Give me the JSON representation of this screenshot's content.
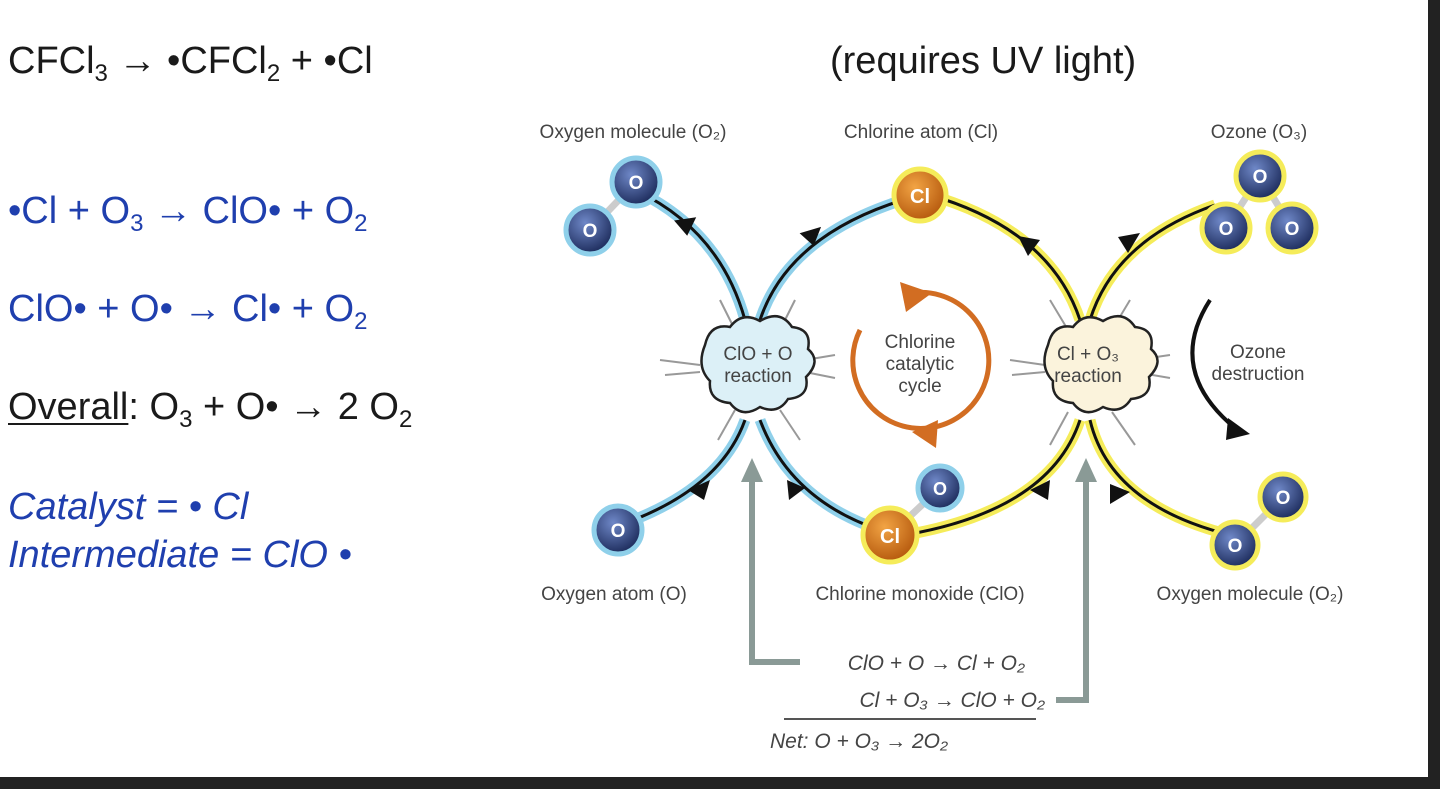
{
  "equations": {
    "initiation": {
      "reactant": "CFCl",
      "r_sub": "3",
      "arrow": " → ",
      "p1": "•CFCl",
      "p1_sub": "2",
      "p2": " + •Cl"
    },
    "uv_note": "(requires UV light)",
    "step1": {
      "a": "•Cl + O",
      "a_sub": "3",
      "b": " → ClO• + O",
      "b_sub": "2"
    },
    "step2": {
      "a": "ClO• + O• → Cl• + O",
      "a_sub": "2"
    },
    "overall": {
      "label": "Overall",
      "a": ": O",
      "a_sub": "3",
      "b": " + O• → 2 O",
      "b_sub": "2"
    },
    "catalyst": "Catalyst = • Cl",
    "intermediate": "Intermediate = ClO •"
  },
  "diagram": {
    "labels": {
      "oxygen_molecule_top": "Oxygen molecule (O₂)",
      "chlorine_atom": "Chlorine atom (Cl)",
      "ozone": "Ozone (O₃)",
      "oxygen_atom": "Oxygen atom  (O)",
      "chlorine_monoxide": "Chlorine monoxide (ClO)",
      "oxygen_molecule_bottom": "Oxygen molecule (O₂)"
    },
    "reaction_left": [
      "ClO + O",
      "reaction"
    ],
    "reaction_right": [
      "Cl + O₃",
      "reaction"
    ],
    "cycle": [
      "Chlorine",
      "catalytic",
      "cycle"
    ],
    "destruction": [
      "Ozone",
      "destruction"
    ],
    "atom_o": "O",
    "atom_cl": "Cl",
    "sum_lines": [
      "ClO + O → Cl + O₂",
      "Cl + O₃ → ClO + O₂"
    ],
    "net": "Net: O + O₃ → 2O₂",
    "colors": {
      "blue_path": "#8fd0ea",
      "yellow_path": "#f5ec5a",
      "chlorine": "#d9751c",
      "oxygen": "#2a3f7e",
      "cycle": "#d26d22",
      "grey_arrow": "#8a9a96"
    }
  }
}
